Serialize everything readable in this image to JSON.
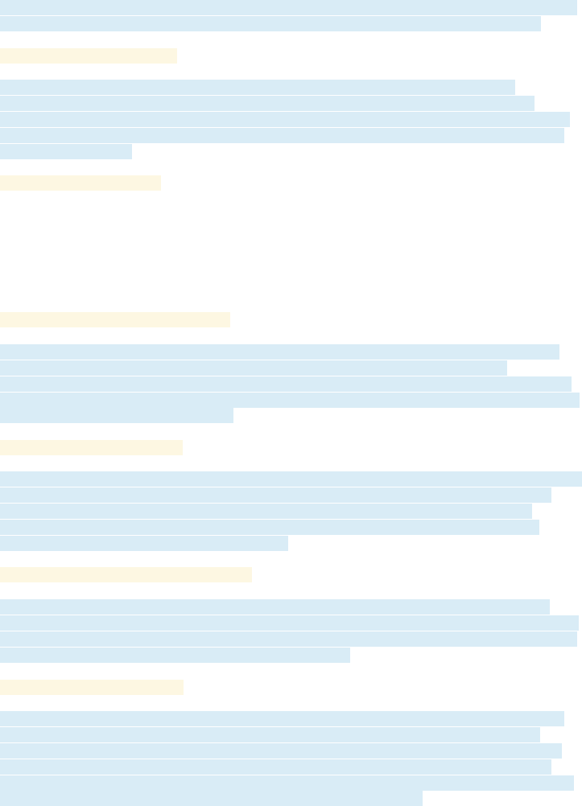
{
  "colors": {
    "redacted_line": "#d9ecf6",
    "redacted_heading": "#fdf7e2",
    "background": "#ffffff"
  },
  "document": {
    "blocks": [
      {
        "kind": "paragraph",
        "lines": 2
      },
      {
        "kind": "heading"
      },
      {
        "kind": "paragraph",
        "lines": 5
      },
      {
        "kind": "heading"
      },
      {
        "kind": "heading"
      },
      {
        "kind": "paragraph",
        "lines": 5
      },
      {
        "kind": "heading"
      },
      {
        "kind": "paragraph",
        "lines": 5
      },
      {
        "kind": "heading"
      },
      {
        "kind": "paragraph",
        "lines": 4
      },
      {
        "kind": "heading"
      },
      {
        "kind": "paragraph",
        "lines": 6
      }
    ]
  }
}
